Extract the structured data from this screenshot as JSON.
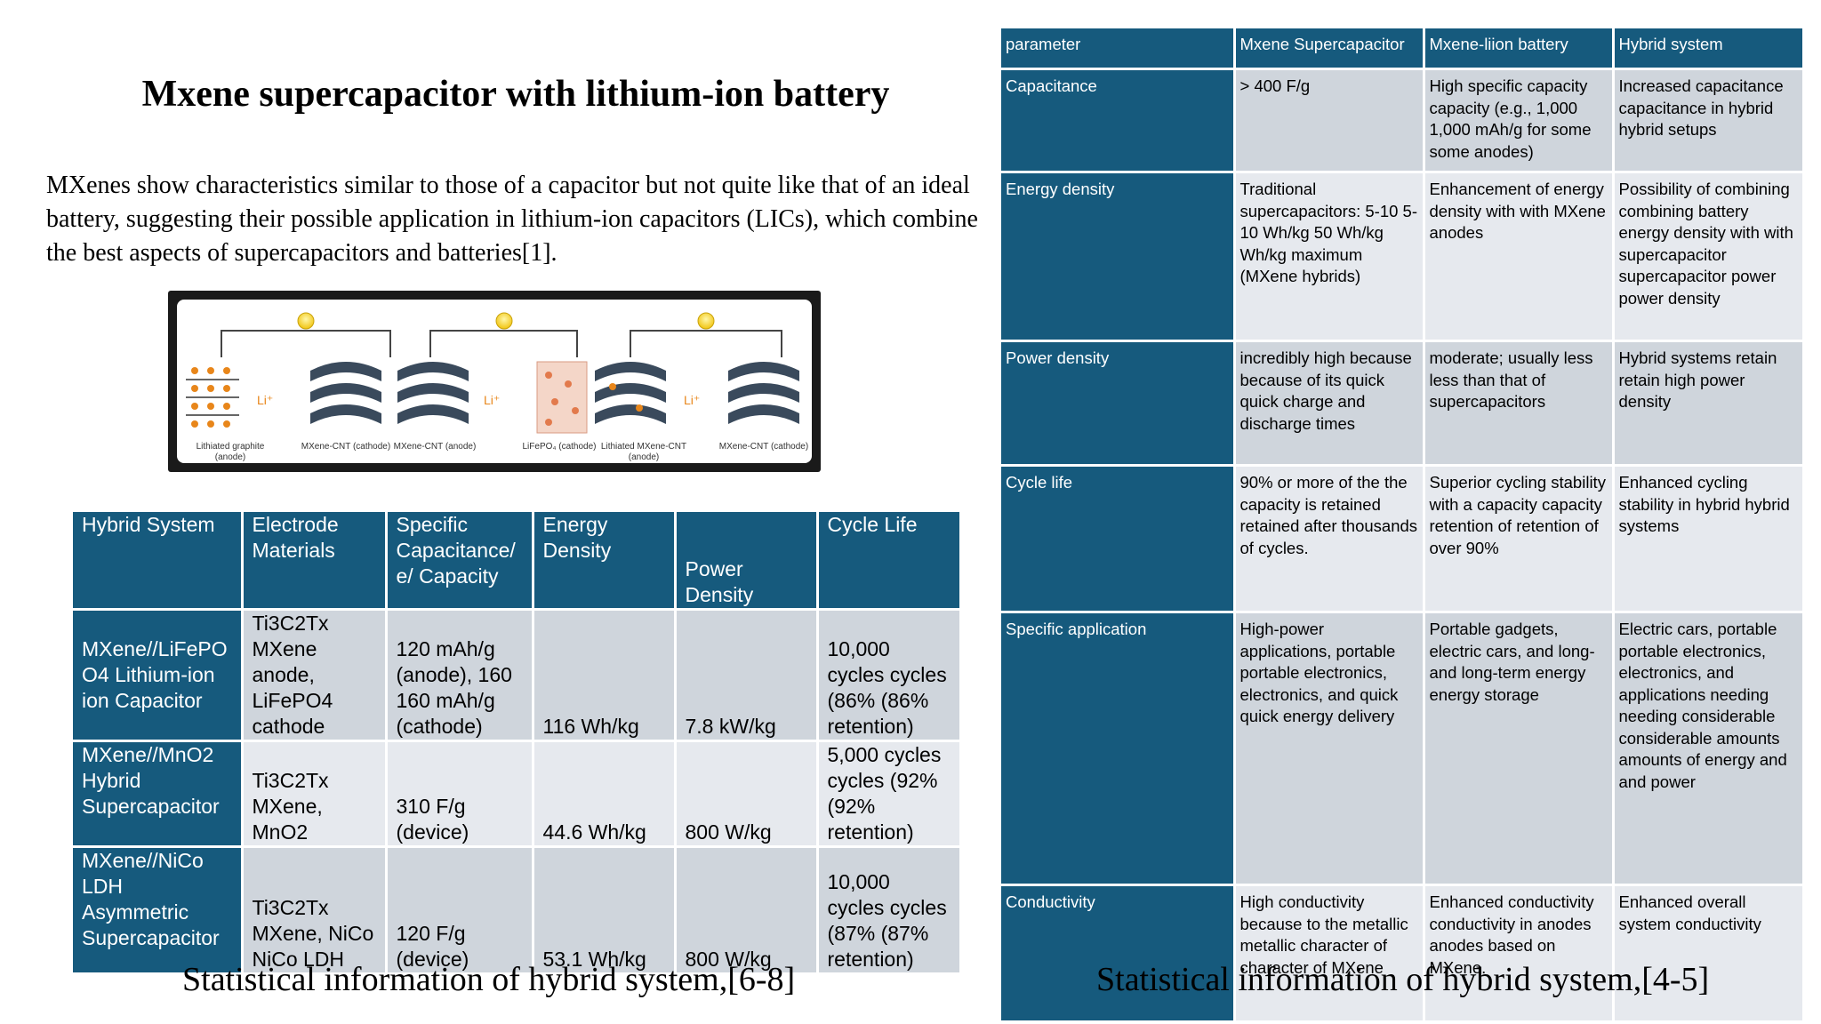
{
  "title": "Mxene supercapacitor with lithium-ion battery",
  "intro": "MXenes show characteristics similar to those of a capacitor but not quite like that of an ideal battery, suggesting their possible application in lithium-ion capacitors (LICs), which combine the best aspects of supercapacitors and batteries[1].",
  "figure": {
    "ion_label": "Li⁺",
    "labels": [
      "Lithiated graphite (anode)",
      "MXene-CNT (cathode)",
      "MXene-CNT (anode)",
      "LiFePO₄ (cathode)",
      "Lithiated MXene-CNT (anode)",
      "MXene-CNT (cathode)"
    ]
  },
  "left_table": {
    "headers": [
      "Hybrid System",
      "Electrode Materials",
      "Specific Capacitance/ e/ Capacity",
      "Energy Density",
      "Power Density",
      "Cycle Life"
    ],
    "rows": [
      [
        "MXene//LiFePO O4 Lithium-ion ion Capacitor",
        "Ti3C2Tx MXene anode, LiFePO4 cathode",
        "120 mAh/g (anode), 160 160 mAh/g (cathode)",
        "116 Wh/kg",
        "7.8 kW/kg",
        "10,000 cycles cycles (86% (86% retention)"
      ],
      [
        "MXene//MnO2 Hybrid Supercapacitor",
        "Ti3C2Tx MXene, MnO2",
        "310 F/g (device)",
        "44.6 Wh/kg",
        "800 W/kg",
        "5,000 cycles cycles (92% (92% retention)"
      ],
      [
        "MXene//NiCo LDH Asymmetric Supercapacitor",
        "Ti3C2Tx MXene, NiCo NiCo LDH",
        "120 F/g (device)",
        "53.1 Wh/kg",
        "800 W/kg",
        "10,000 cycles cycles (87% (87% retention)"
      ]
    ]
  },
  "left_caption": "Statistical information of hybrid system,[6-8]",
  "right_table": {
    "headers": [
      "parameter",
      "Mxene Supercapacitor",
      "Mxene-liion battery",
      "Hybrid system"
    ],
    "rows": [
      [
        "Capacitance",
        "> 400 F/g",
        "High specific capacity capacity (e.g., 1,000 1,000 mAh/g for some some anodes)",
        "Increased capacitance capacitance in hybrid hybrid setups"
      ],
      [
        "Energy density",
        "Traditional supercapacitors: 5-10 5-10 Wh/kg 50 Wh/kg Wh/kg maximum (MXene hybrids)",
        "Enhancement of energy density with with MXene anodes",
        "Possibility of combining combining battery energy density with with supercapacitor supercapacitor power power density"
      ],
      [
        "Power density",
        "incredibly high because because of its quick quick charge and discharge times",
        "moderate; usually less less than that of supercapacitors",
        "Hybrid systems retain retain high power density"
      ],
      [
        "Cycle life",
        "90% or more of the the capacity is retained retained after thousands of cycles.",
        "Superior cycling stability with a capacity capacity retention of retention of over 90%",
        "Enhanced cycling stability in hybrid hybrid systems"
      ],
      [
        "Specific application",
        "High-power applications, portable portable electronics, electronics, and quick quick energy delivery",
        "Portable gadgets, electric cars, and long- and long-term energy energy storage",
        "Electric cars, portable portable electronics, electronics, and applications needing needing considerable considerable amounts amounts of energy and and power"
      ],
      [
        "Conductivity",
        "High conductivity because to the metallic metallic character of character of MXene",
        "Enhanced conductivity conductivity in anodes anodes based on MXene.",
        "Enhanced overall system conductivity"
      ]
    ]
  },
  "right_caption": "Statistical information of hybrid system,[4-5]",
  "colors": {
    "header_blue": "#165a7d",
    "row_light": "#e6e9ee",
    "row_dark": "#cfd5dc"
  }
}
